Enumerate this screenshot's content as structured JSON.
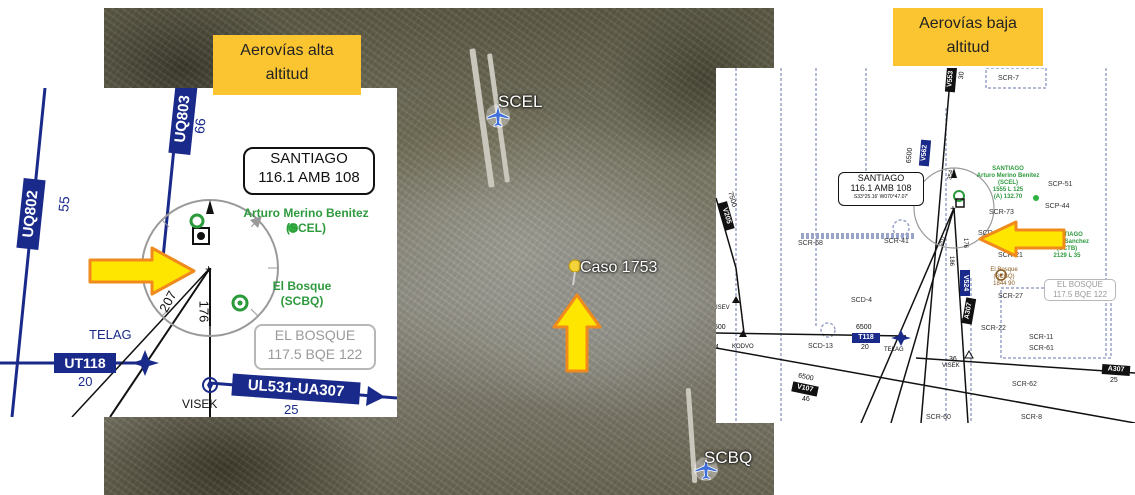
{
  "satellite": {
    "airports": [
      {
        "code": "SCEL"
      },
      {
        "code": "SCBQ"
      }
    ],
    "pin_label": "Caso 1753"
  },
  "left_chart": {
    "callout": {
      "line1": "Aerovías alta",
      "line2": "altitud"
    },
    "station_box": {
      "line1": "SANTIAGO",
      "line2": "116.1 AMB 108"
    },
    "airport_scel": {
      "line1": "Arturo Merino Benitez",
      "line2": "(SCEL)"
    },
    "airport_scbq": {
      "line1": "El Bosque",
      "line2": "(SCBQ)"
    },
    "bosque_box": {
      "line1": "EL BOSQUE",
      "line2": "117.5 BQE 122"
    },
    "airways": {
      "uq803": "UQ803",
      "uq803_num": "66",
      "uq802": "UQ802",
      "uq802_num": "55",
      "ut118": "UT118",
      "ut118_num": "20",
      "ul531": "UL531-UA307",
      "ul531_num": "25",
      "radial_207": "207",
      "radial_176": "176"
    },
    "fixes": {
      "telag": "TELAG",
      "visek": "VISEK"
    }
  },
  "right_chart": {
    "callout": {
      "line1": "Aerovías baja",
      "line2": "altitud"
    },
    "station_box": {
      "line1": "SANTIAGO",
      "line2": "116.1 AMB 108",
      "line3": "S33°25.16' W070°47.07'"
    },
    "airport_scel": {
      "line1": "SANTIAGO",
      "line2": "Arturo Merino Benitez",
      "line3": "(SCEL)",
      "line4": "1555 L 125",
      "line5": "(A) 132.70"
    },
    "airport_sctb": {
      "line1": "SANTIAGO",
      "line2": "ológlo Sanchez",
      "line3": "(SCTB)",
      "line4": "2129 L 35"
    },
    "airport_scbq": {
      "line1": "El Bosque",
      "line2": "(SCBQ)",
      "line3": "1844 90"
    },
    "bosque_box": {
      "line1": "EL BOSQUE",
      "line2": "117.5 BQE 122"
    },
    "areas": {
      "scr7": "SCR-7",
      "scp51": "SCP-51",
      "scp44": "SCP-44",
      "scr73": "SCR-73",
      "scr68": "SCR-68",
      "scr41": "SCR-41",
      "scr21": "SCR-21",
      "scr27": "SCR-27",
      "scd4": "SCD-4",
      "scd13": "SCD-13",
      "scr22": "SCR-22",
      "scr11": "SCR-11",
      "scr61": "SCR-61",
      "scr62": "SCR-62",
      "scr60": "SCR-60",
      "scr8": "SCR-8",
      "scd": "SCD"
    },
    "airways": {
      "t118": "T118",
      "t118_alt": "6500",
      "t118_num": "20",
      "v107": "V107",
      "v107_alt": "6500",
      "v107_num": "46",
      "a307": "A307",
      "a307_num": "25",
      "v205": "V205",
      "v205_alt": "7500",
      "v553": "V553",
      "v562": "V562",
      "v524": "V524",
      "a307v": "A307",
      "a307v_num": "18",
      "num_30": "30",
      "num_36": "36",
      "num_6500": "6500",
      "num_500": "500",
      "num_354": "354",
      "num_207": "207",
      "num_176": "176",
      "num_186": "186",
      "num_4": "4"
    },
    "fixes": {
      "telag": "TELAG",
      "visek": "VISEK",
      "kodvo": "KODVO",
      "isev": "ISEV"
    }
  }
}
